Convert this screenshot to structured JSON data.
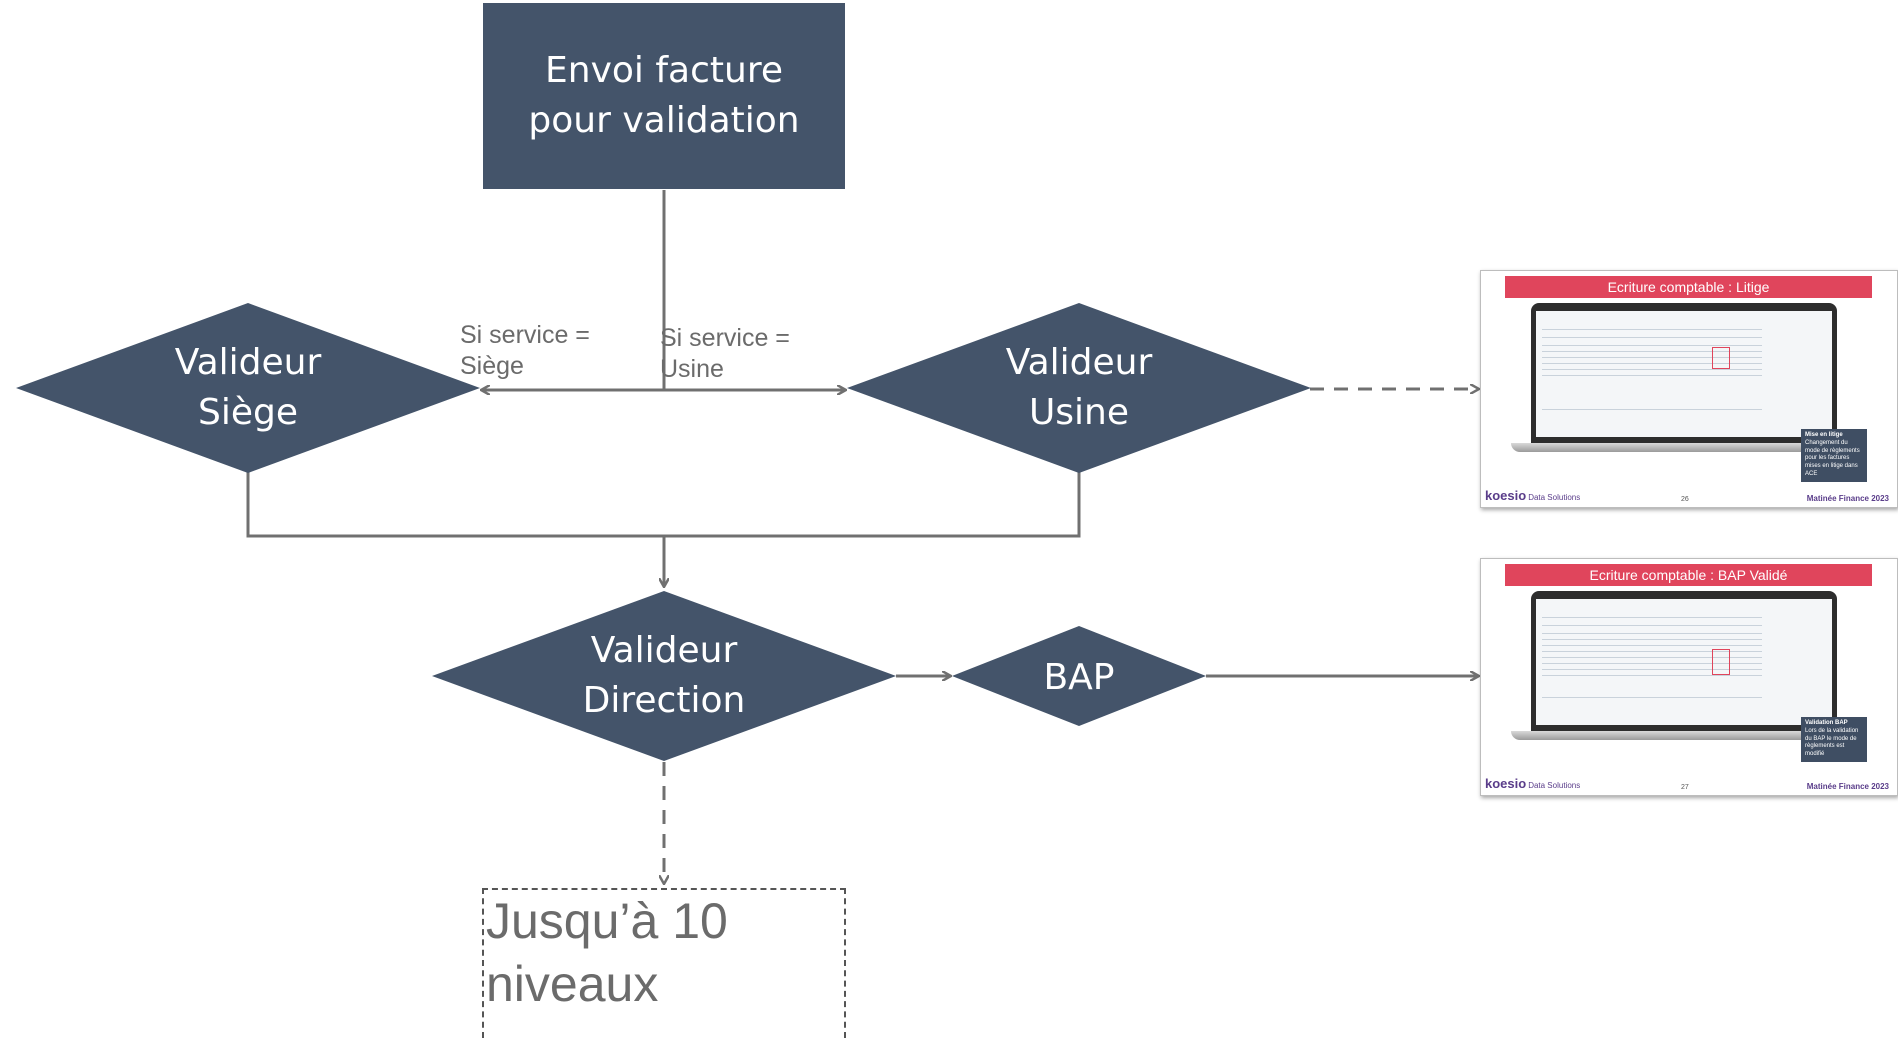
{
  "nodes": {
    "start": "Envoi facture pour validation",
    "siege": "Valideur Siège",
    "usine": "Valideur Usine",
    "direction": "Valideur Direction",
    "bap": "BAP",
    "levels": "Jusqu’à 10 niveaux"
  },
  "conditions": {
    "siege": "Si service = Siège",
    "usine": "Si service = Usine"
  },
  "screenshots": {
    "litige": {
      "banner": "Ecriture comptable : Litige",
      "tooltip_title": "Mise en litige",
      "tooltip_text": "Changement du mode de règlements pour les factures mises en litige dans ACE",
      "logo": "koesio",
      "logo_sub": "Data Solutions",
      "page": "26",
      "event": "Matinée Finance 2023"
    },
    "bap": {
      "banner": "Ecriture comptable : BAP Validé",
      "tooltip_title": "Validation BAP",
      "tooltip_text": "Lors de la validation du BAP le mode de règlements est modifié",
      "logo": "koesio",
      "logo_sub": "Data Solutions",
      "page": "27",
      "event": "Matinée Finance 2023"
    }
  },
  "colors": {
    "node": "#44546a",
    "connector": "#707070",
    "banner": "#e0455c",
    "brand": "#5a3d8a"
  }
}
